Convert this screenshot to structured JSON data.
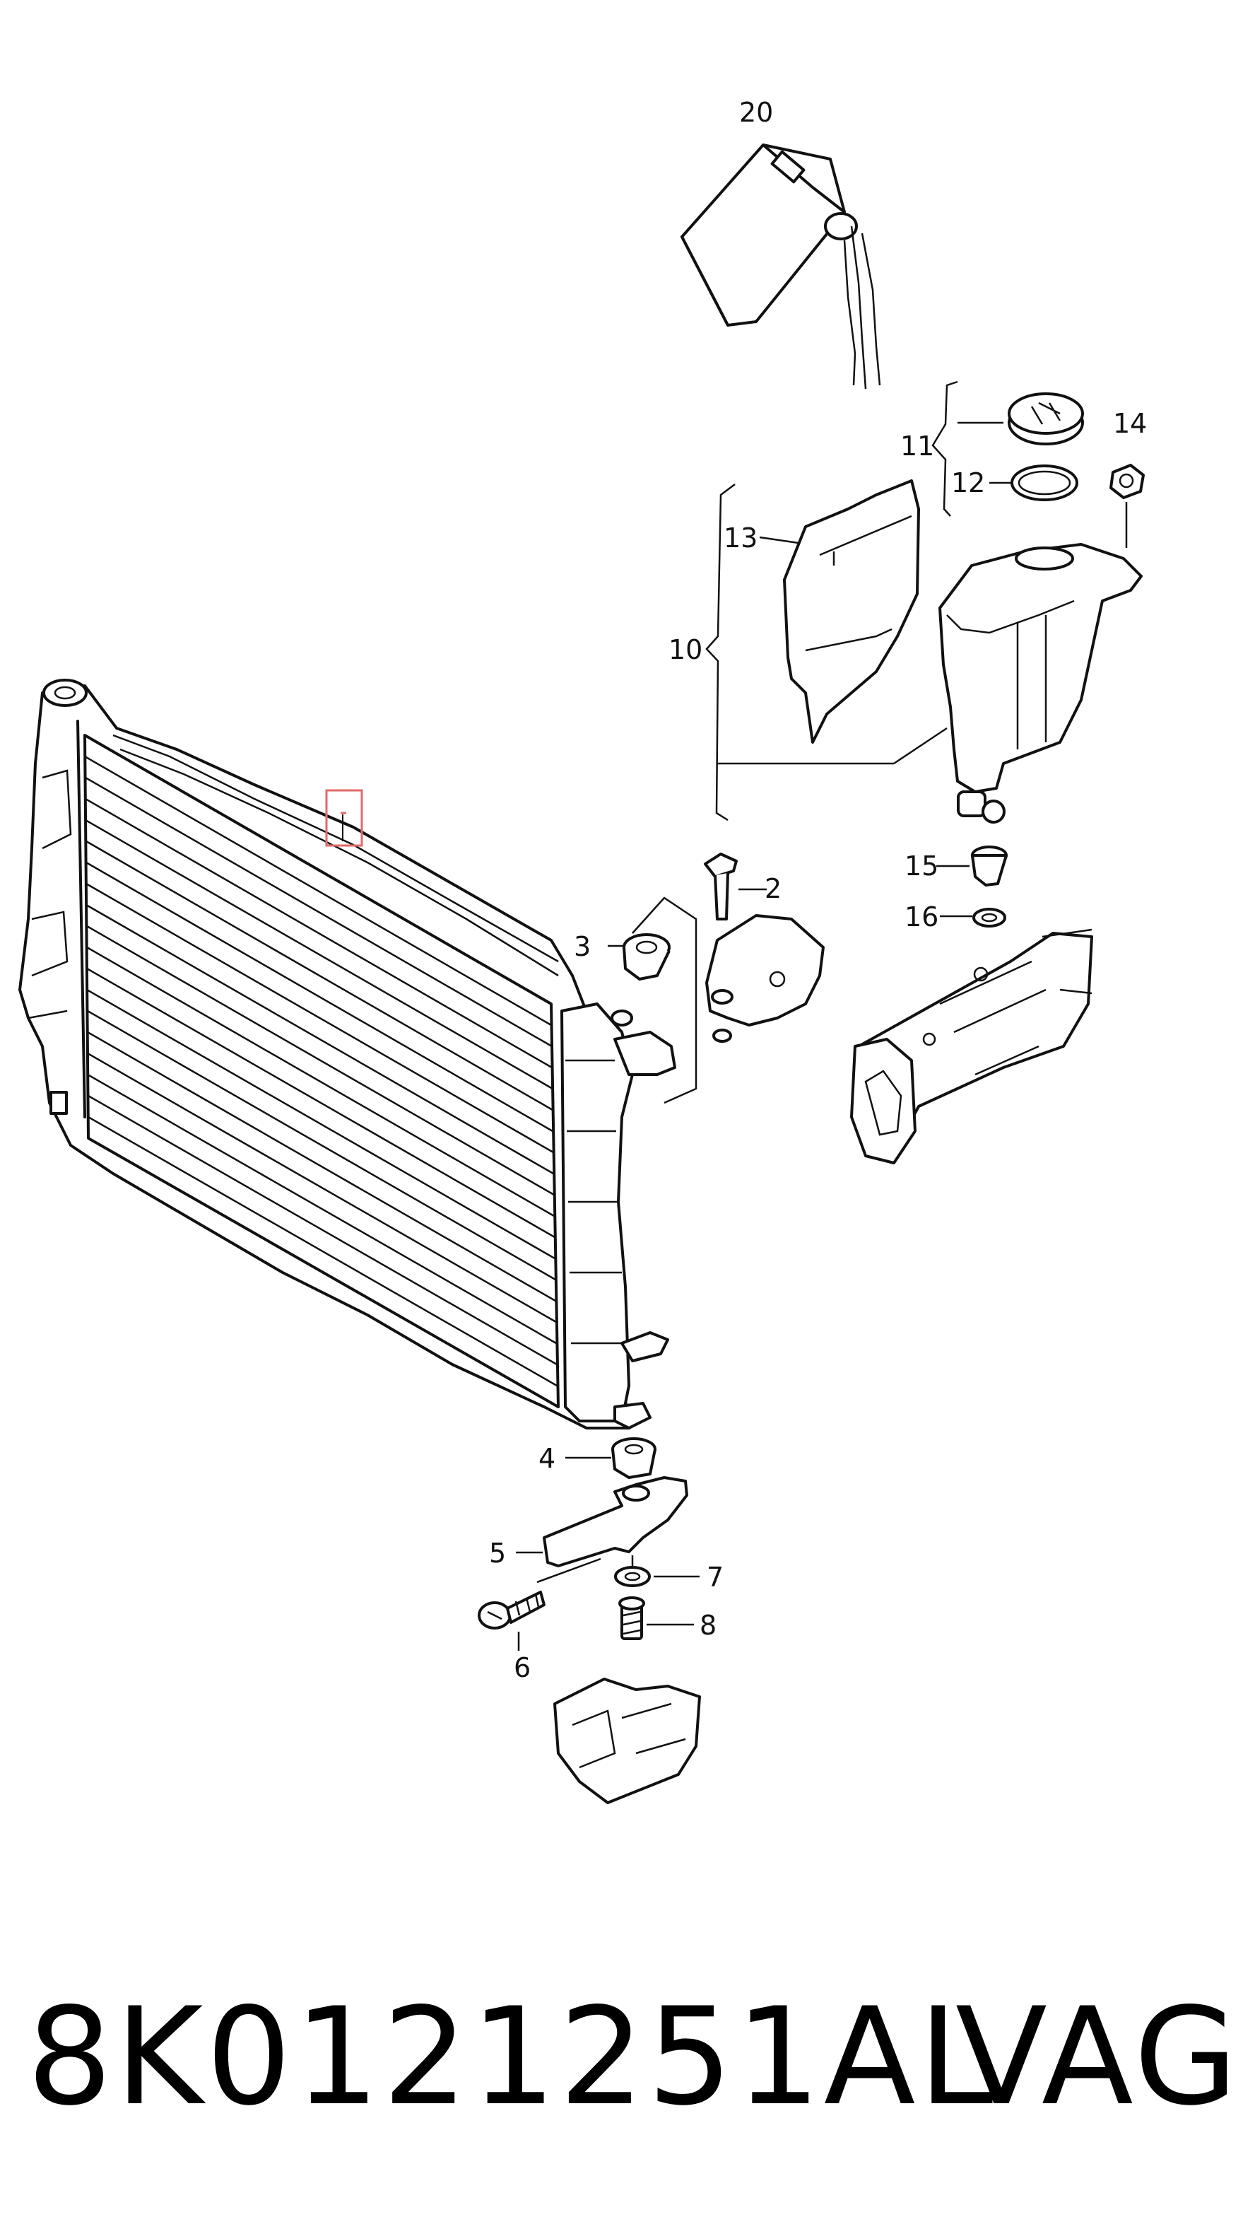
{
  "diagram": {
    "labels": [
      {
        "id": "label-20",
        "text": "20"
      },
      {
        "id": "label-14",
        "text": "14"
      },
      {
        "id": "label-11",
        "text": "11"
      },
      {
        "id": "label-12",
        "text": "12"
      },
      {
        "id": "label-13",
        "text": "13"
      },
      {
        "id": "label-10",
        "text": "10"
      },
      {
        "id": "label-2",
        "text": "2"
      },
      {
        "id": "label-15",
        "text": "15"
      },
      {
        "id": "label-3",
        "text": "3"
      },
      {
        "id": "label-16",
        "text": "16"
      },
      {
        "id": "label-4",
        "text": "4"
      },
      {
        "id": "label-5",
        "text": "5"
      },
      {
        "id": "label-7",
        "text": "7"
      },
      {
        "id": "label-8",
        "text": "8"
      },
      {
        "id": "label-6",
        "text": "6"
      }
    ],
    "highlight_color": "#e06a6a"
  },
  "footer": {
    "part_number": "8K0121251AL",
    "brand": "VAG"
  }
}
